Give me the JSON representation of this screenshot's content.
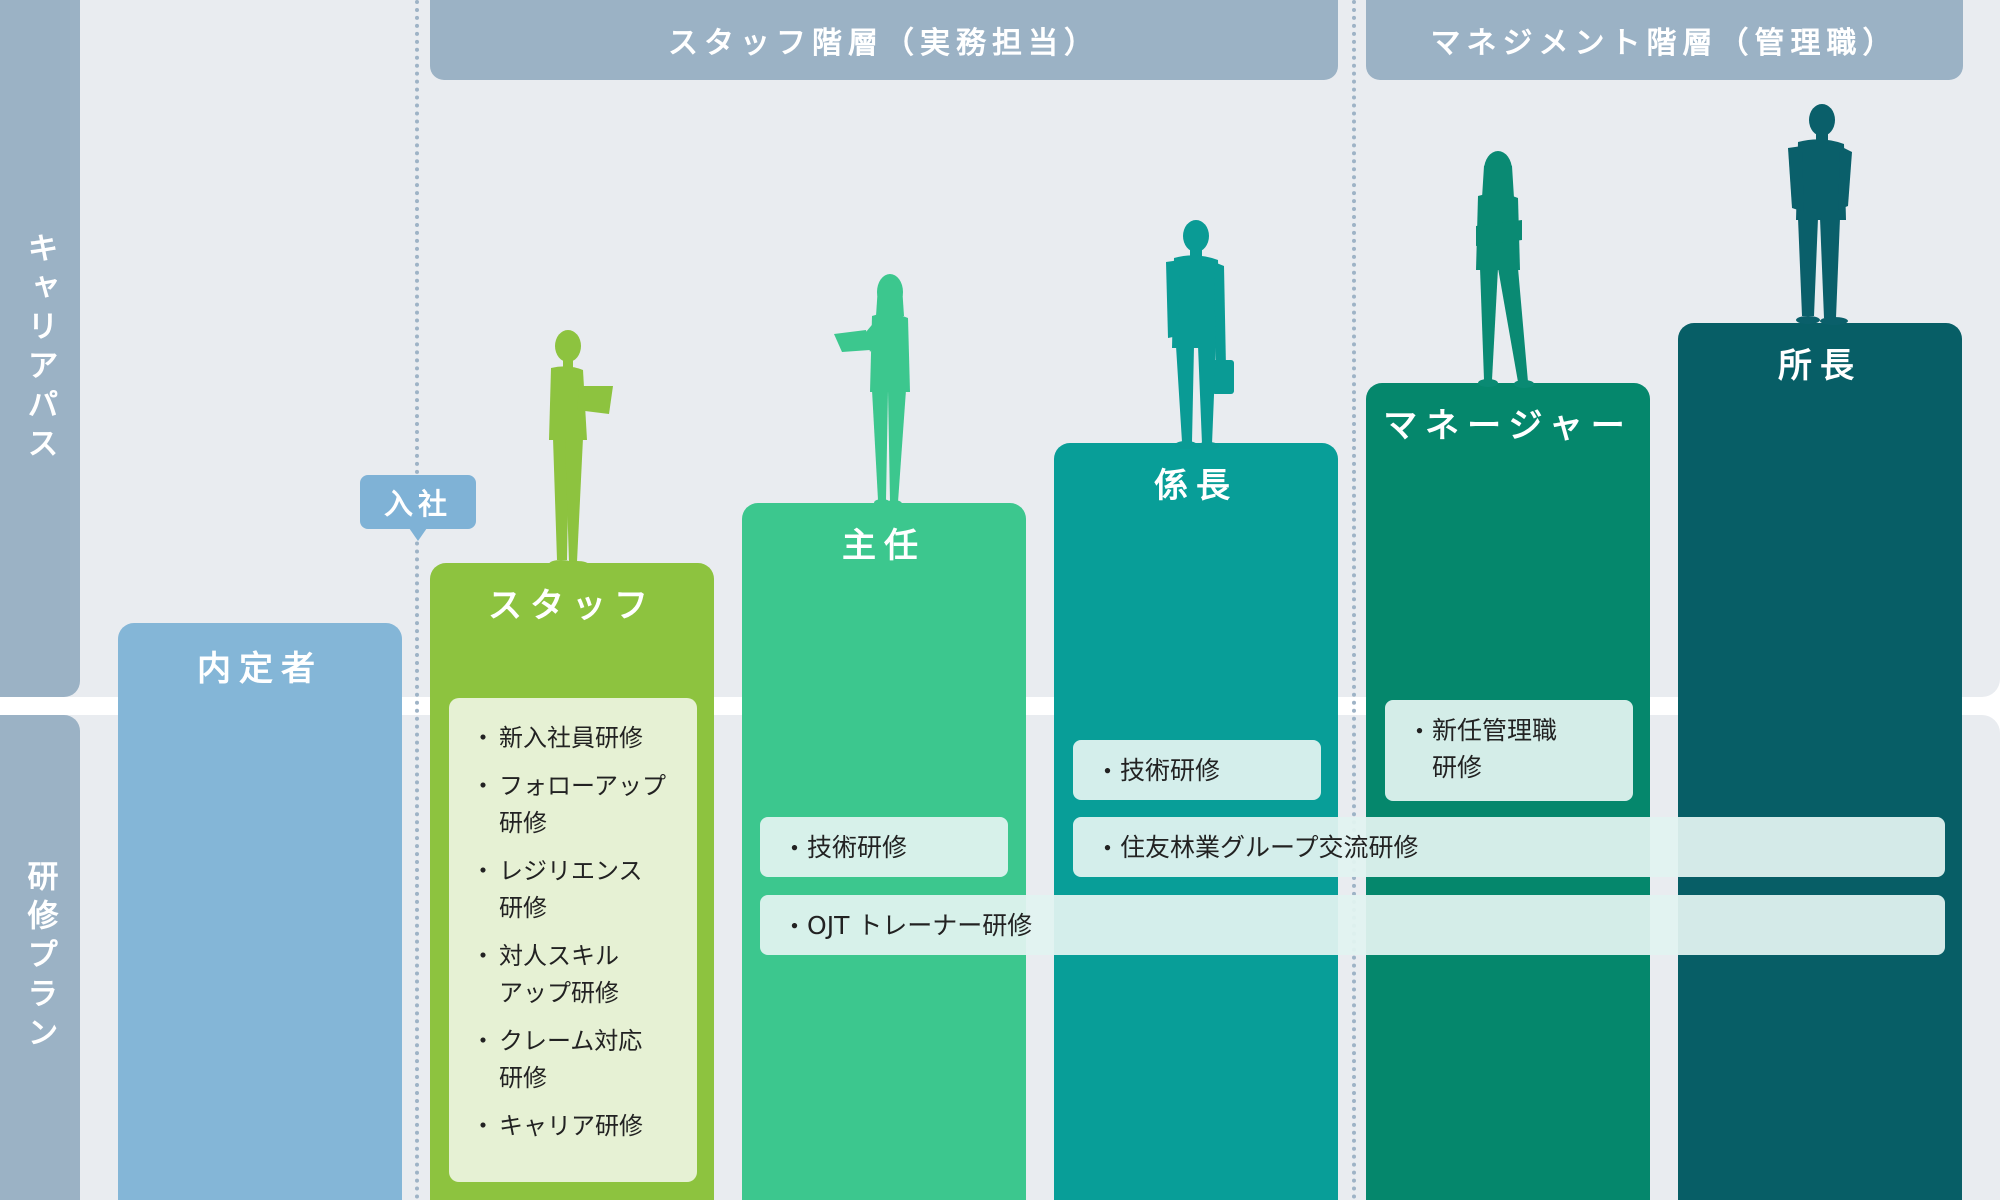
{
  "side_labels": {
    "career": "キャリアパス",
    "training": "研修プラン"
  },
  "headers": {
    "staff": "スタッフ階層（実務担当）",
    "management": "マネジメント階層（管理職）"
  },
  "callout": "入社",
  "columns": [
    {
      "id": "naiteisha",
      "label": "内定者",
      "color": "#84b6d7"
    },
    {
      "id": "staff",
      "label": "スタッフ",
      "color": "#8dc33f"
    },
    {
      "id": "shunin",
      "label": "主任",
      "color": "#3cc78e"
    },
    {
      "id": "kakaricho",
      "label": "係長",
      "color": "#089e98"
    },
    {
      "id": "manager",
      "label": "マネージャー",
      "color": "#05876c"
    },
    {
      "id": "shocho",
      "label": "所長",
      "color": "#075e66"
    }
  ],
  "staff_training": [
    "新入社員研修",
    "フォローアップ\n研修",
    "レジリエンス\n研修",
    "対人スキル\nアップ研修",
    "クレーム対応\n研修",
    "キャリア研修"
  ],
  "trainings": {
    "shunin_tech": "技術研修",
    "kakaricho_tech": "技術研修",
    "new_manager": "新任管理職\n研修",
    "group_exchange": "住友林業グループ交流研修",
    "ojt": "OJT トレーナー研修"
  },
  "colors": {
    "band": "#e9ecf0",
    "header": "#9bb2c5",
    "figure_staff": "#8dc33f",
    "figure_shunin": "#3cc78e",
    "figure_kakaricho": "#0a9b95",
    "figure_manager": "#0a8a73",
    "figure_shocho": "#0a5f6a"
  },
  "icons": [
    "businessman-reading-icon",
    "businesswoman-document-icon",
    "businessman-briefcase-icon",
    "businesswoman-arms-crossed-icon",
    "businessman-hands-in-pockets-icon"
  ]
}
